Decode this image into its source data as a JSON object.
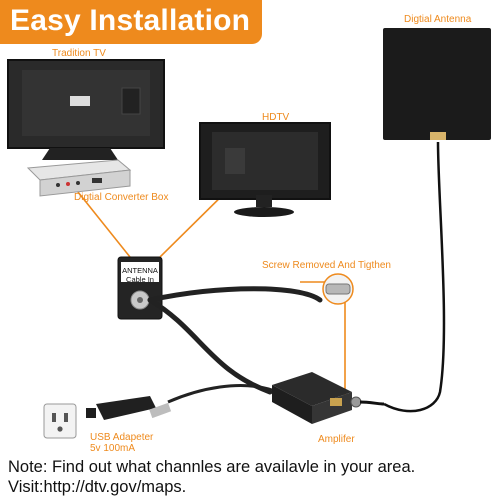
{
  "title": "Easy Installation",
  "labels": {
    "tradition_tv": "Tradition TV",
    "hdtv": "HDTV",
    "digital_antenna": "Digtial Antenna",
    "converter_box": "Digtial Converter Box",
    "screw": "Screw Removed And Tigthen",
    "amplifier": "Amplifer",
    "usb_adapter_line1": "USB Adapeter",
    "usb_adapter_line2": "5v 100mA"
  },
  "wall_plate": {
    "line1": "ANTENNA",
    "line2": "Cable  In"
  },
  "note": {
    "line1": "Note: Find out what channles are availavle in your area.",
    "line2": "Visit:http://dtv.gov/maps."
  },
  "colors": {
    "accent": "#ee8a1d",
    "dark": "#1f1f1f"
  }
}
